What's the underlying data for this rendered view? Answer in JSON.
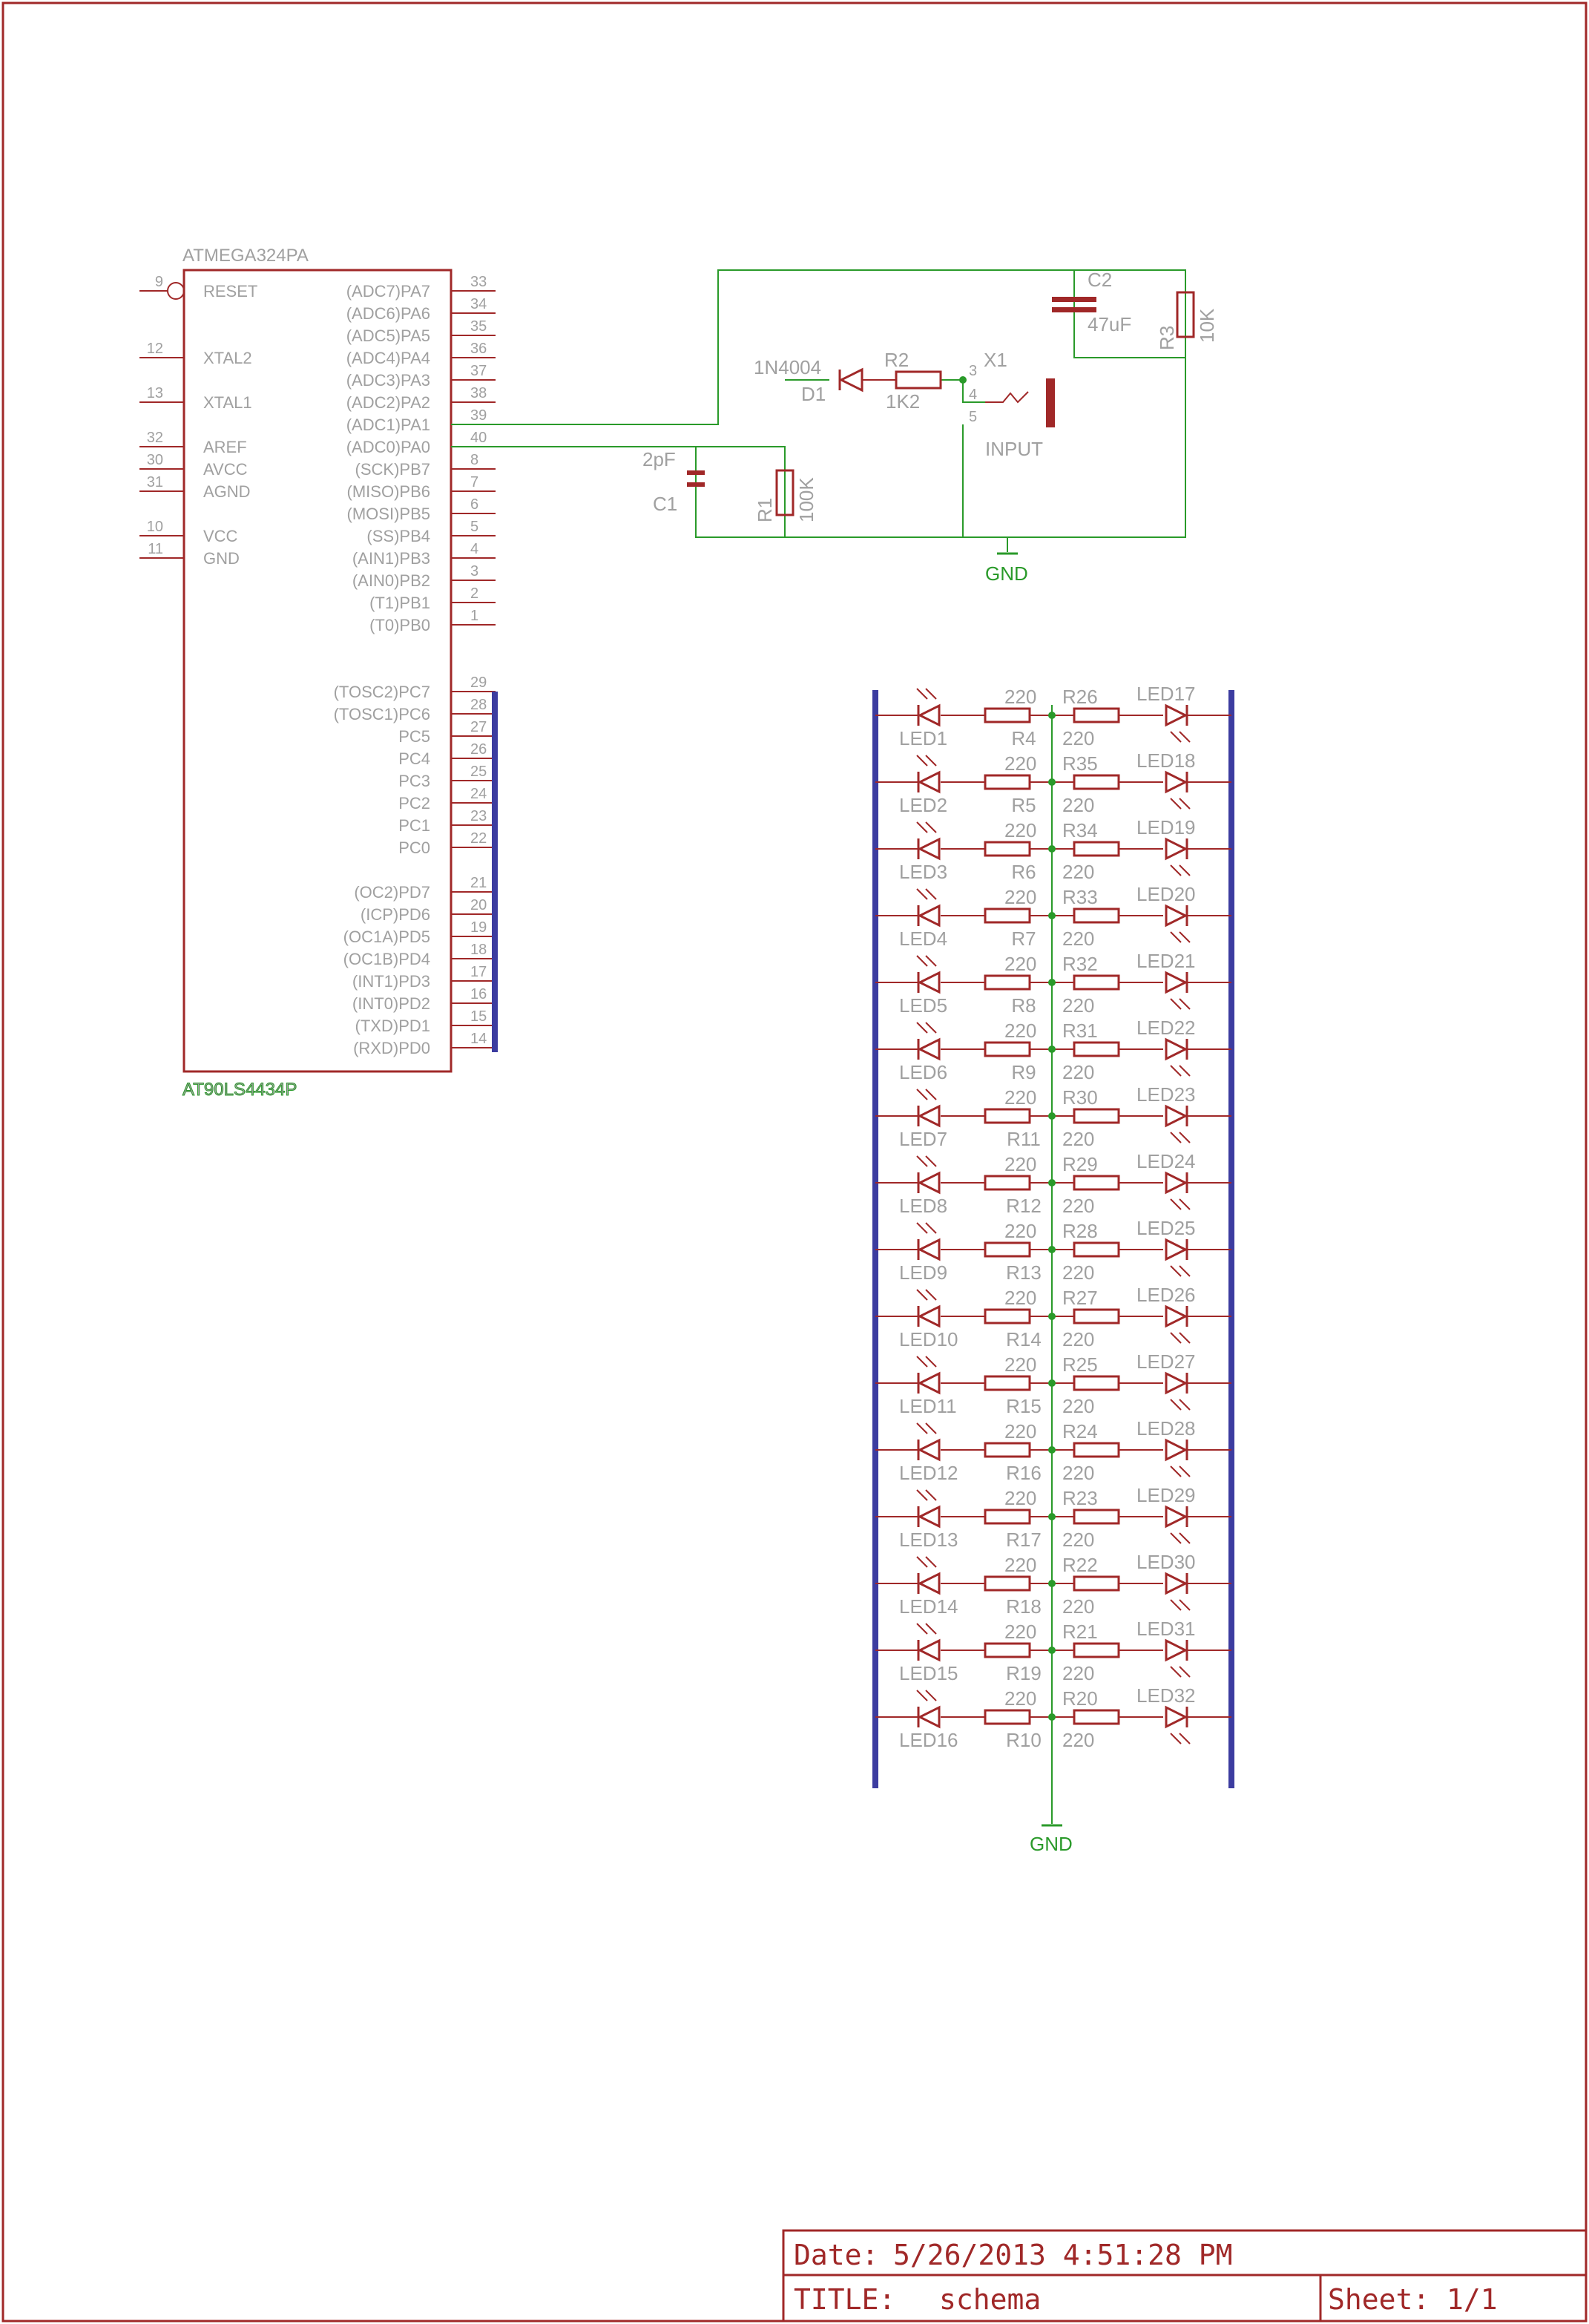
{
  "ic": {
    "name": "ATMEGA324PA",
    "value": "AT90LS4434P",
    "left_pins": [
      {
        "num": "9",
        "label": "RESET"
      },
      {
        "num": "12",
        "label": "XTAL2"
      },
      {
        "num": "13",
        "label": "XTAL1"
      },
      {
        "num": "32",
        "label": "AREF"
      },
      {
        "num": "30",
        "label": "AVCC"
      },
      {
        "num": "31",
        "label": "AGND"
      },
      {
        "num": "10",
        "label": "VCC"
      },
      {
        "num": "11",
        "label": "GND"
      }
    ],
    "right_pins": [
      {
        "num": "33",
        "label": "(ADC7)PA7"
      },
      {
        "num": "34",
        "label": "(ADC6)PA6"
      },
      {
        "num": "35",
        "label": "(ADC5)PA5"
      },
      {
        "num": "36",
        "label": "(ADC4)PA4"
      },
      {
        "num": "37",
        "label": "(ADC3)PA3"
      },
      {
        "num": "38",
        "label": "(ADC2)PA2"
      },
      {
        "num": "39",
        "label": "(ADC1)PA1"
      },
      {
        "num": "40",
        "label": "(ADC0)PA0"
      },
      {
        "num": "8",
        "label": "(SCK)PB7"
      },
      {
        "num": "7",
        "label": "(MISO)PB6"
      },
      {
        "num": "6",
        "label": "(MOSI)PB5"
      },
      {
        "num": "5",
        "label": "(SS)PB4"
      },
      {
        "num": "4",
        "label": "(AIN1)PB3"
      },
      {
        "num": "3",
        "label": "(AIN0)PB2"
      },
      {
        "num": "2",
        "label": "(T1)PB1"
      },
      {
        "num": "1",
        "label": "(T0)PB0"
      },
      {
        "num": "29",
        "label": "(TOSC2)PC7"
      },
      {
        "num": "28",
        "label": "(TOSC1)PC6"
      },
      {
        "num": "27",
        "label": "PC5"
      },
      {
        "num": "26",
        "label": "PC4"
      },
      {
        "num": "25",
        "label": "PC3"
      },
      {
        "num": "24",
        "label": "PC2"
      },
      {
        "num": "23",
        "label": "PC1"
      },
      {
        "num": "22",
        "label": "PC0"
      },
      {
        "num": "21",
        "label": "(OC2)PD7"
      },
      {
        "num": "20",
        "label": "(ICP)PD6"
      },
      {
        "num": "19",
        "label": "(OC1A)PD5"
      },
      {
        "num": "18",
        "label": "(OC1B)PD4"
      },
      {
        "num": "17",
        "label": "(INT1)PD3"
      },
      {
        "num": "16",
        "label": "(INT0)PD2"
      },
      {
        "num": "15",
        "label": "(TXD)PD1"
      },
      {
        "num": "14",
        "label": "(RXD)PD0"
      }
    ]
  },
  "input_circuit": {
    "c1_name": "C1",
    "c1_value": "2pF",
    "r1_name": "R1",
    "r1_value": "100K",
    "d1_name": "D1",
    "d1_value": "1N4004",
    "r2_name": "R2",
    "r2_value": "1K2",
    "x1_name": "X1",
    "x1_label": "INPUT",
    "x1_pins": [
      "3",
      "4",
      "5"
    ],
    "c2_name": "C2",
    "c2_value": "47uF",
    "r3_name": "R3",
    "r3_value": "10K",
    "gnd_label": "GND"
  },
  "led_array": {
    "rows": [
      {
        "left_led": "LED1",
        "left_r_value": "220",
        "left_r_name": "R4",
        "right_r_name": "R26",
        "right_r_value": "220",
        "right_led": "LED17"
      },
      {
        "left_led": "LED2",
        "left_r_value": "220",
        "left_r_name": "R5",
        "right_r_name": "R35",
        "right_r_value": "220",
        "right_led": "LED18"
      },
      {
        "left_led": "LED3",
        "left_r_value": "220",
        "left_r_name": "R6",
        "right_r_name": "R34",
        "right_r_value": "220",
        "right_led": "LED19"
      },
      {
        "left_led": "LED4",
        "left_r_value": "220",
        "left_r_name": "R7",
        "right_r_name": "R33",
        "right_r_value": "220",
        "right_led": "LED20"
      },
      {
        "left_led": "LED5",
        "left_r_value": "220",
        "left_r_name": "R8",
        "right_r_name": "R32",
        "right_r_value": "220",
        "right_led": "LED21"
      },
      {
        "left_led": "LED6",
        "left_r_value": "220",
        "left_r_name": "R9",
        "right_r_name": "R31",
        "right_r_value": "220",
        "right_led": "LED22"
      },
      {
        "left_led": "LED7",
        "left_r_value": "220",
        "left_r_name": "R11",
        "right_r_name": "R30",
        "right_r_value": "220",
        "right_led": "LED23"
      },
      {
        "left_led": "LED8",
        "left_r_value": "220",
        "left_r_name": "R12",
        "right_r_name": "R29",
        "right_r_value": "220",
        "right_led": "LED24"
      },
      {
        "left_led": "LED9",
        "left_r_value": "220",
        "left_r_name": "R13",
        "right_r_name": "R28",
        "right_r_value": "220",
        "right_led": "LED25"
      },
      {
        "left_led": "LED10",
        "left_r_value": "220",
        "left_r_name": "R14",
        "right_r_name": "R27",
        "right_r_value": "220",
        "right_led": "LED26"
      },
      {
        "left_led": "LED11",
        "left_r_value": "220",
        "left_r_name": "R15",
        "right_r_name": "R25",
        "right_r_value": "220",
        "right_led": "LED27"
      },
      {
        "left_led": "LED12",
        "left_r_value": "220",
        "left_r_name": "R16",
        "right_r_name": "R24",
        "right_r_value": "220",
        "right_led": "LED28"
      },
      {
        "left_led": "LED13",
        "left_r_value": "220",
        "left_r_name": "R17",
        "right_r_name": "R23",
        "right_r_value": "220",
        "right_led": "LED29"
      },
      {
        "left_led": "LED14",
        "left_r_value": "220",
        "left_r_name": "R18",
        "right_r_name": "R22",
        "right_r_value": "220",
        "right_led": "LED30"
      },
      {
        "left_led": "LED15",
        "left_r_value": "220",
        "left_r_name": "R19",
        "right_r_name": "R21",
        "right_r_value": "220",
        "right_led": "LED31"
      },
      {
        "left_led": "LED16",
        "left_r_value": "220",
        "left_r_name": "R10",
        "right_r_name": "R20",
        "right_r_value": "220",
        "right_led": "LED32"
      }
    ],
    "gnd_label": "GND"
  },
  "title_block": {
    "date_label": "Date:",
    "date_value": "5/26/2013 4:51:28 PM",
    "title_label": "TITLE:",
    "title_value": "schema",
    "sheet_label": "Sheet:",
    "sheet_value": "1/1"
  },
  "colors": {
    "component": "#a02828",
    "wire": "#2a9a2a",
    "bus": "#3c3ca0",
    "text": "#a0a0a0"
  }
}
